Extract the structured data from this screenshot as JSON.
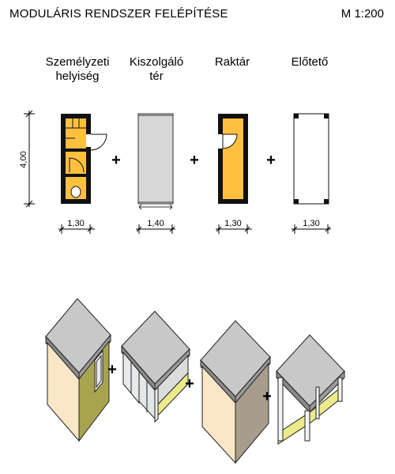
{
  "header": {
    "title": "MODULÁRIS RENDSZER FELÉPÍTÉSE",
    "scale": "M 1:200"
  },
  "modules": [
    {
      "name_line1": "Személyzeti",
      "name_line2": "helyiség",
      "width_dim": "1,30"
    },
    {
      "name_line1": "Kiszolgáló",
      "name_line2": "tér",
      "width_dim": "1,40"
    },
    {
      "name_line1": "Raktár",
      "name_line2": "",
      "width_dim": "1,30"
    },
    {
      "name_line1": "Előtető",
      "name_line2": "",
      "width_dim": "1,30"
    }
  ],
  "height_dim": "4,00",
  "operator_symbol": "+",
  "colors": {
    "room_fill": "#ffc040",
    "wall": "#111111",
    "panel_gray": "#d7d7d7",
    "floor_yellow": "#ecea8a",
    "side_olive": "#a7a450",
    "side_taupe": "#a89d8a",
    "front_cream": "#fbe7c8",
    "roof_gray": "#c8c8c8"
  }
}
